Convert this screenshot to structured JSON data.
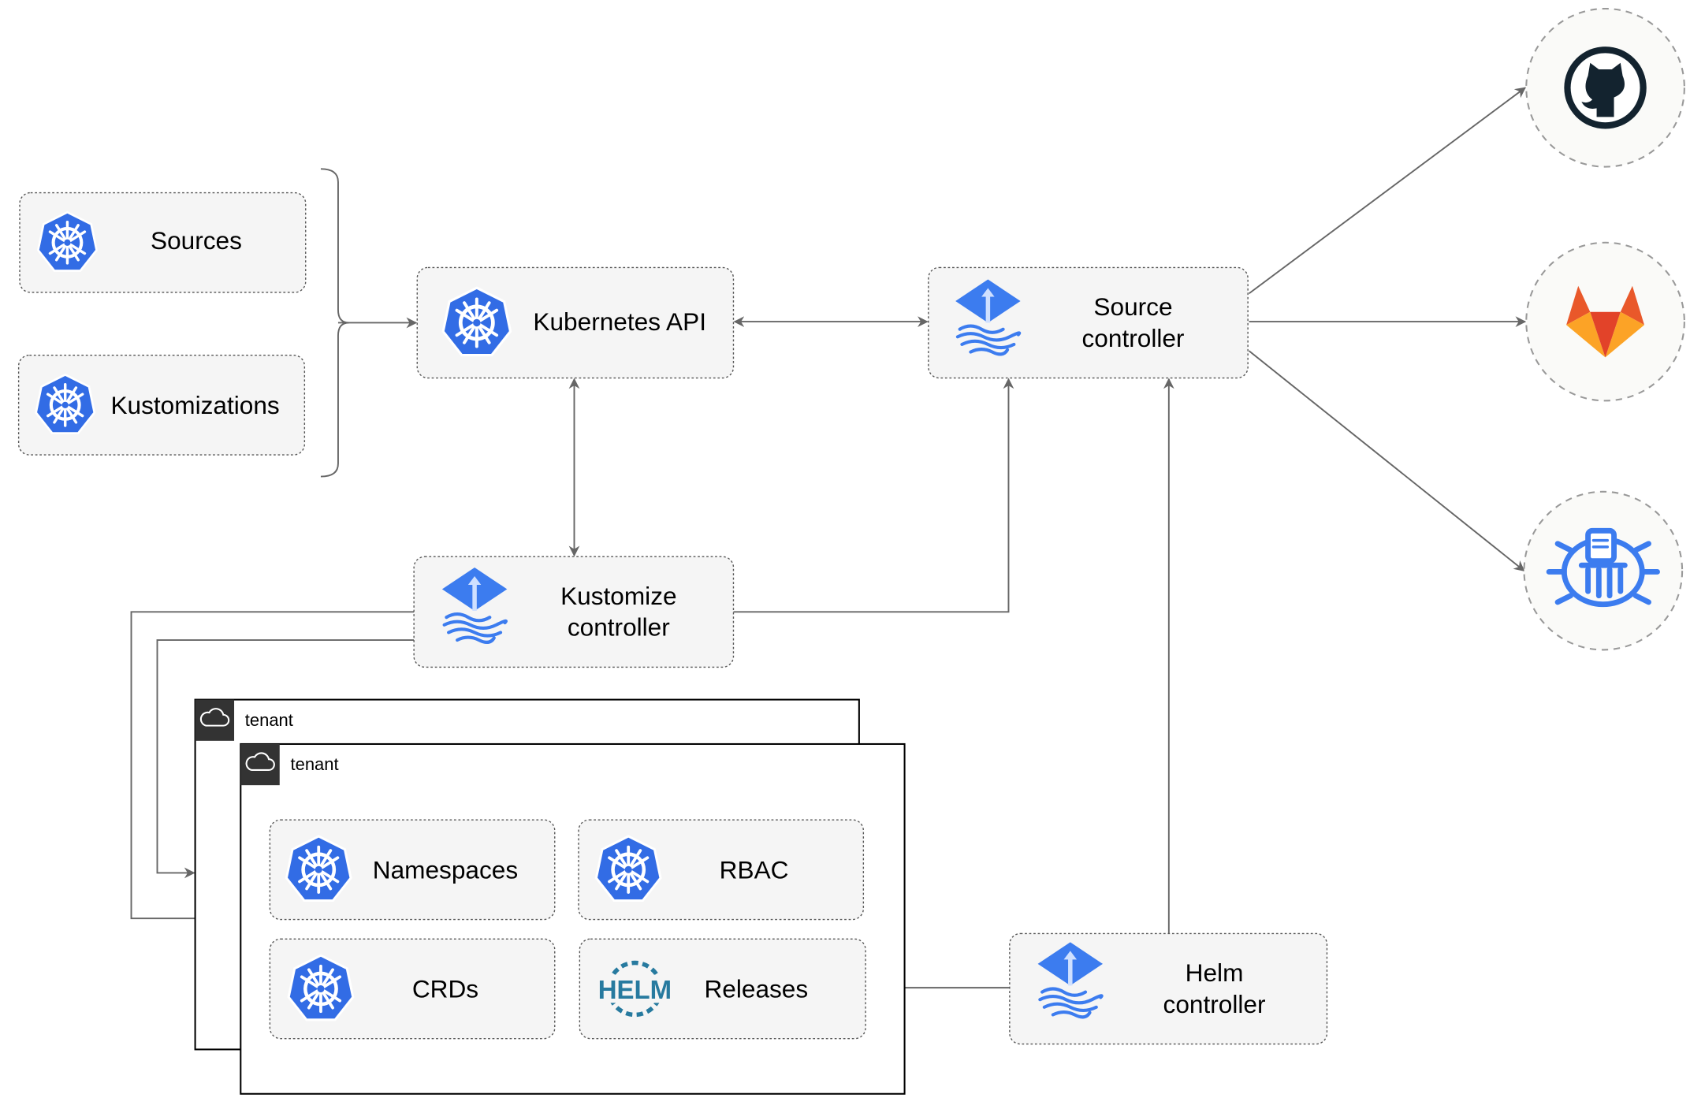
{
  "nodes": {
    "sources": "Sources",
    "kustomizations": "Kustomizations",
    "kubernetes_api": "Kubernetes API",
    "source_controller": [
      "Source",
      "controller"
    ],
    "kustomize_controller": [
      "Kustomize",
      "controller"
    ],
    "helm_controller": [
      "Helm",
      "controller"
    ],
    "namespaces": "Namespaces",
    "rbac": "RBAC",
    "crds": "CRDs",
    "releases": "Releases"
  },
  "tenants": [
    "tenant",
    "tenant"
  ],
  "helm_logo_text": "HELM",
  "external_sources": [
    "github-icon",
    "gitlab-icon",
    "bucket-icon"
  ],
  "colors": {
    "kubernetes_blue": "#326ce5",
    "flux_blue": "#3c7cef",
    "helm_blue": "#277a9f",
    "github_dark": "#13232f",
    "gitlab_orange": "#e9582a",
    "gitlab_yellow": "#fca326"
  }
}
